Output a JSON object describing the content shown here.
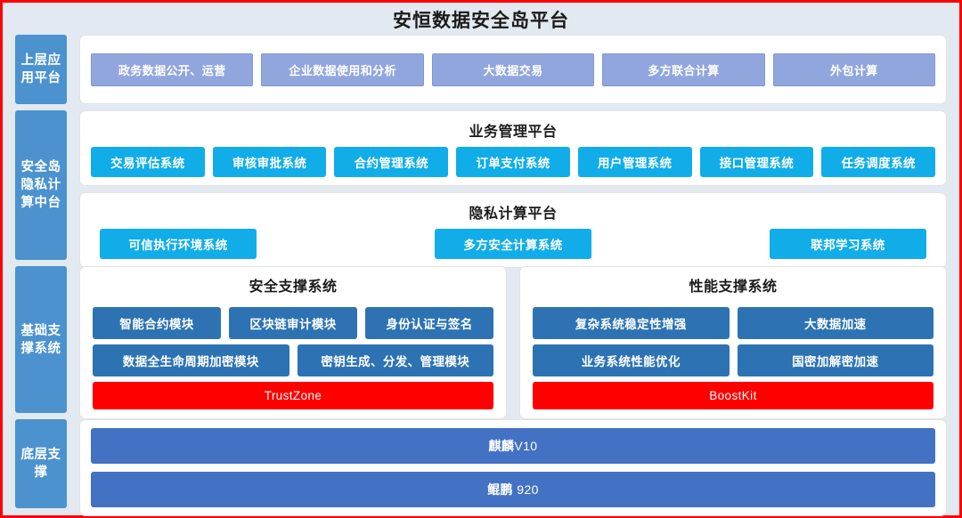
{
  "page": {
    "title": "安恒数据安全岛平台",
    "frame_color": "#fe0000",
    "background": "#e2e9f1"
  },
  "bands": {
    "application": {
      "sidebar_label": "上层应用平台",
      "chips": [
        "政务数据公开、运营",
        "企业数据使用和分析",
        "大数据交易",
        "多方联合计算",
        "外包计算"
      ],
      "chip_color": "#91a6dd"
    },
    "midplatform": {
      "sidebar_label": "安全岛隐私计算中台",
      "business": {
        "title": "业务管理平台",
        "chips": [
          "交易评估系统",
          "审核审批系统",
          "合约管理系统",
          "订单支付系统",
          "用户管理系统",
          "接口管理系统",
          "任务调度系统"
        ]
      },
      "privacy": {
        "title": "隐私计算平台",
        "chips": [
          "可信执行环境系统",
          "多方安全计算系统",
          "联邦学习系统"
        ]
      },
      "chip_color": "#11ade8"
    },
    "foundation": {
      "sidebar_label": "基础支撑系统",
      "security": {
        "title": "安全支撑系统",
        "row1": [
          "智能合约模块",
          "区块链审计模块",
          "身份认证与签名"
        ],
        "row2": [
          "数据全生命周期加密模块",
          "密钥生成、分发、管理模块"
        ],
        "footer": "TrustZone"
      },
      "performance": {
        "title": "性能支撑系统",
        "row1": [
          "复杂系统稳定性增强",
          "大数据加速"
        ],
        "row2": [
          "业务系统性能优化",
          "国密加解密加速"
        ],
        "footer": "BoostKit"
      },
      "chip_color": "#2d73b3",
      "footer_color": "#fe0000"
    },
    "base": {
      "sidebar_label": "底层支撑",
      "bars": [
        {
          "name": "麒麟",
          "version": "V10"
        },
        {
          "name": "鲲鹏",
          "version": " 920"
        }
      ],
      "bar_color": "#4372c4"
    }
  }
}
